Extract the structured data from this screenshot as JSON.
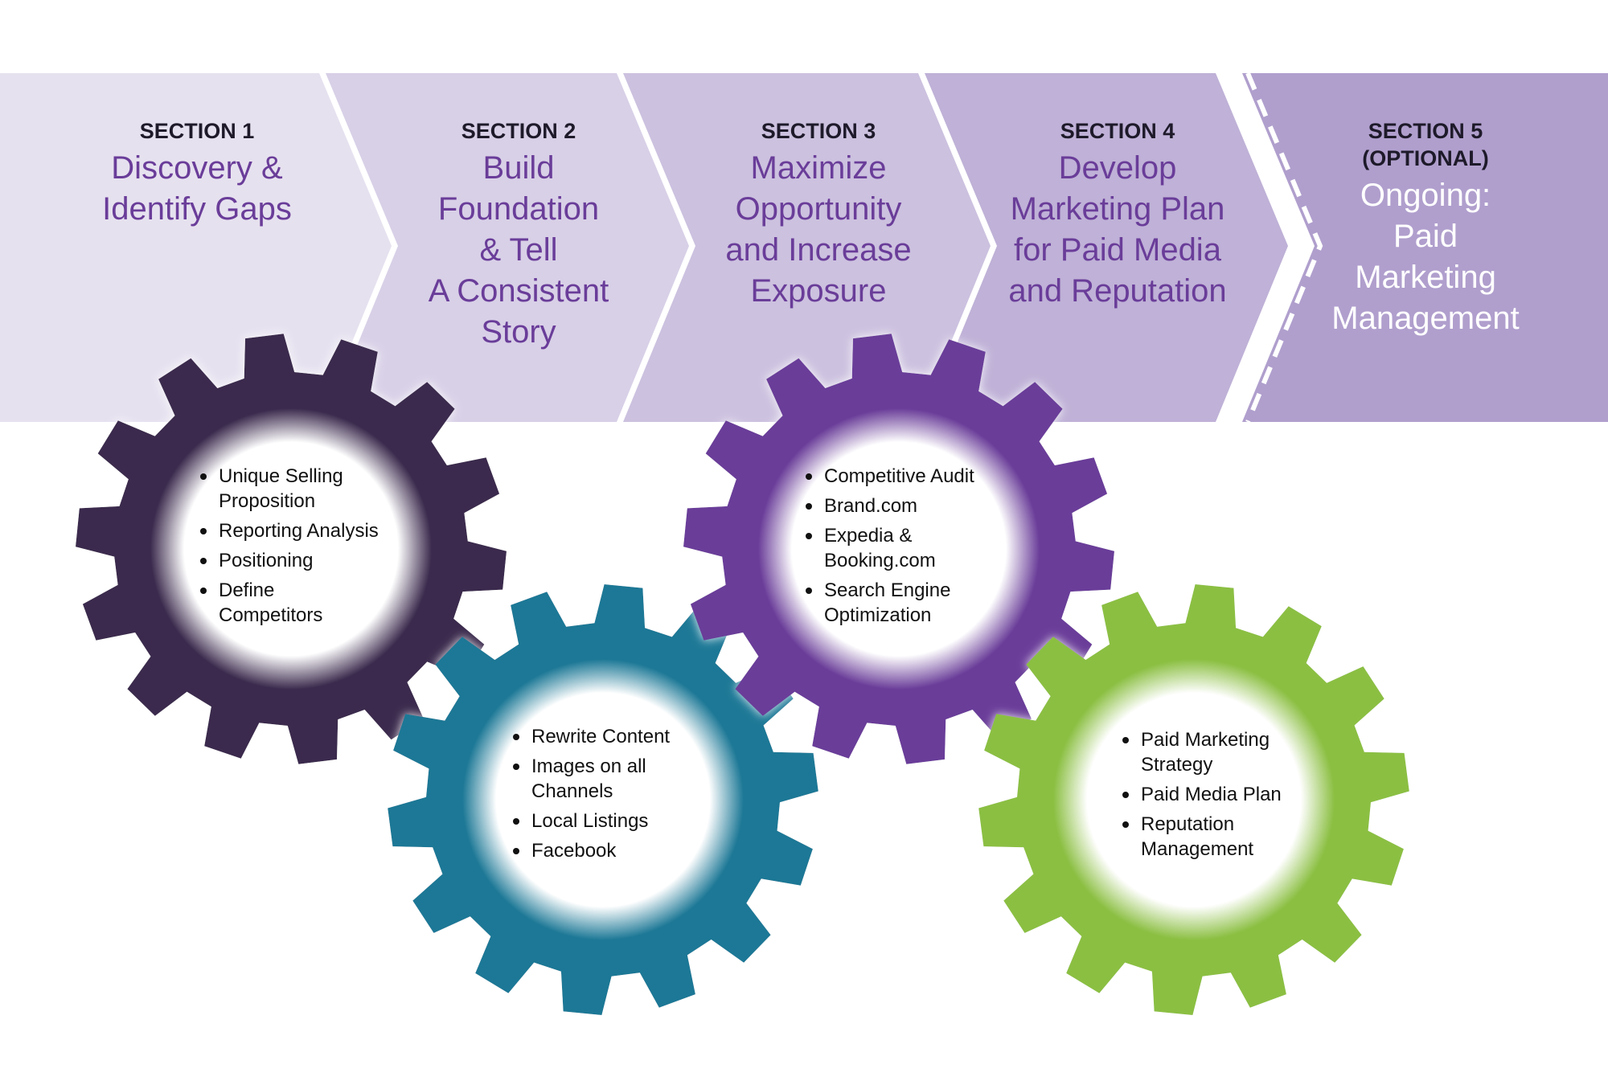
{
  "sections": [
    {
      "number": "SECTION 1",
      "title": "Discovery &\nIdentify Gaps"
    },
    {
      "number": "SECTION 2",
      "title": "Build\nFoundation\n& Tell\nA Consistent\nStory"
    },
    {
      "number": "SECTION 3",
      "title": "Maximize\nOpportunity\nand Increase\nExposure"
    },
    {
      "number": "SECTION 4",
      "title": "Develop\nMarketing Plan\nfor Paid Media\nand Reputation"
    },
    {
      "number": "SECTION 5\n(OPTIONAL)",
      "title": "Ongoing:\nPaid\nMarketing\nManagement"
    }
  ],
  "colors": {
    "band": [
      "#e6e1ef",
      "#d8d0e7",
      "#ccc1df",
      "#bfb1d7",
      "#b09fcd"
    ],
    "title": "#6a3d99",
    "gears": [
      "#3b2a4e",
      "#1c7896",
      "#6a3d99",
      "#8bbf42"
    ]
  },
  "gears": [
    {
      "color": "#3b2a4e",
      "items": [
        "Unique Selling\nProposition",
        "Reporting Analysis",
        "Positioning",
        "Define\nCompetitors"
      ]
    },
    {
      "color": "#1c7896",
      "items": [
        "Rewrite Content",
        "Images on all\nChannels",
        "Local Listings",
        "Facebook"
      ]
    },
    {
      "color": "#6a3d99",
      "items": [
        "Competitive Audit",
        "Brand.com",
        "Expedia &\nBooking.com",
        "Search Engine\nOptimization"
      ]
    },
    {
      "color": "#8bbf42",
      "items": [
        "Paid Marketing\nStrategy",
        "Paid Media Plan",
        "Reputation\nManagement"
      ]
    }
  ]
}
